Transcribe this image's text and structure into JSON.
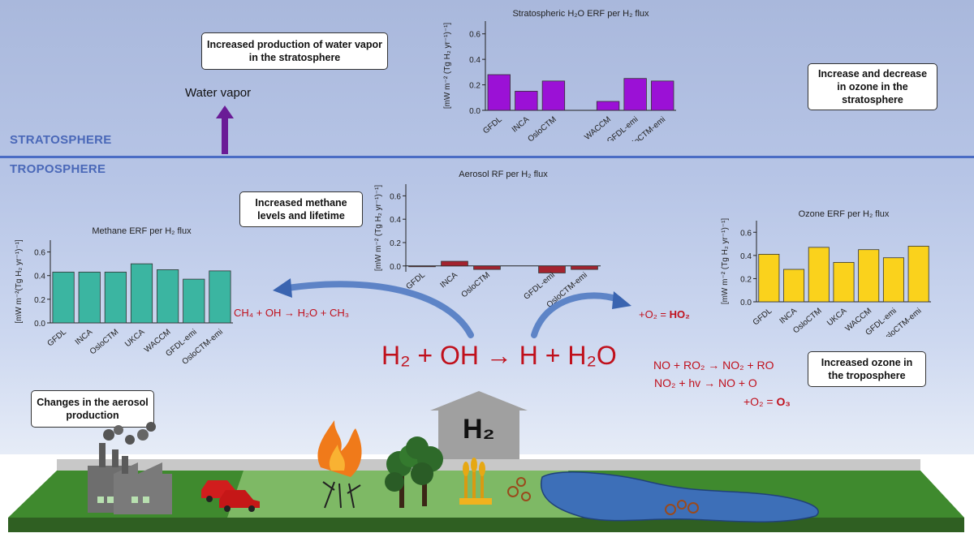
{
  "layers": {
    "stratosphere": "STRATOSPHERE",
    "troposphere": "TROPOSPHERE"
  },
  "callouts": {
    "water_vapor": "Increased production of water vapor in the stratosphere",
    "ozone_strat": "Increase and decrease in ozone in the stratosphere",
    "methane": "Increased methane levels and lifetime",
    "ozone_tropo": "Increased ozone in the troposphere",
    "aerosol": "Changes in the aerosol production"
  },
  "water_vapor_label": "Water vapor",
  "main_reaction": "H₂ + OH → H + H₂O",
  "h2_label": "H₂",
  "reactions": {
    "methane": "CH₄ + OH → H₂O + CH₃",
    "ho2_prefix": "+O₂ = ",
    "ho2_product": "HO₂",
    "no_ro2": "NO + RO₂ → NO₂ + RO",
    "no2_hv": "NO₂ + hv → NO + O",
    "o3_prefix": "+O₂ = ",
    "o3_product": "O₃"
  },
  "colors": {
    "stratospheric": "#9b11d6",
    "aerosol": "#a3232f",
    "methane": "#3bb5a1",
    "ozone": "#fad21c",
    "reaction_text": "#c0101c",
    "layer_line": "#4a6cc4"
  },
  "chart_data": [
    {
      "id": "strat",
      "type": "bar",
      "title": "Stratospheric H₂O ERF per H₂ flux",
      "ylabel": "[mW m⁻² (Tg H₂ yr⁻¹)⁻¹]",
      "categories": [
        "GFDL",
        "INCA",
        "OsloCTM",
        "",
        "WACCM",
        "GFDL-emi",
        "OsloCTM-emi"
      ],
      "values": [
        0.28,
        0.15,
        0.23,
        null,
        0.07,
        0.25,
        0.23
      ],
      "ylim": [
        0,
        0.7
      ],
      "yticks": [
        0.0,
        0.2,
        0.4,
        0.6
      ],
      "color": "#9b11d6"
    },
    {
      "id": "aerosol",
      "type": "bar",
      "title": "Aerosol RF per H₂ flux",
      "ylabel": "[mW m⁻² (Tg H₂ yr⁻¹)⁻¹]",
      "categories": [
        "GFDL",
        "INCA",
        "OsloCTM",
        "",
        "GFDL-emi",
        "OsloCTM-emi"
      ],
      "values": [
        -0.005,
        0.04,
        -0.03,
        null,
        -0.06,
        -0.03
      ],
      "ylim": [
        -0.05,
        0.7
      ],
      "yticks": [
        0.0,
        0.2,
        0.4,
        0.6
      ],
      "color": "#a3232f"
    },
    {
      "id": "methane",
      "type": "bar",
      "title": "Methane ERF per H₂ flux",
      "ylabel": "[mW m⁻²(Tg H₂ yr⁻¹)⁻¹]",
      "categories": [
        "GFDL",
        "INCA",
        "OsloCTM",
        "UKCA",
        "WACCM",
        "GFDL-emi",
        "OsloCTM-emi"
      ],
      "values": [
        0.43,
        0.43,
        0.43,
        0.5,
        0.45,
        0.37,
        0.44
      ],
      "ylim": [
        0,
        0.7
      ],
      "yticks": [
        0.0,
        0.2,
        0.4,
        0.6
      ],
      "color": "#3bb5a1"
    },
    {
      "id": "ozone",
      "type": "bar",
      "title": "Ozone ERF per H₂ flux",
      "ylabel": "[mW m⁻² (Tg H₂ yr⁻¹)⁻¹]",
      "categories": [
        "GFDL",
        "INCA",
        "OsloCTM",
        "UKCA",
        "WACCM",
        "GFDL-emi",
        "OsloCTM-emi"
      ],
      "values": [
        0.41,
        0.28,
        0.47,
        0.34,
        0.45,
        0.38,
        0.48
      ],
      "ylim": [
        0,
        0.7
      ],
      "yticks": [
        0.0,
        0.2,
        0.4,
        0.6
      ],
      "color": "#fad21c"
    }
  ]
}
